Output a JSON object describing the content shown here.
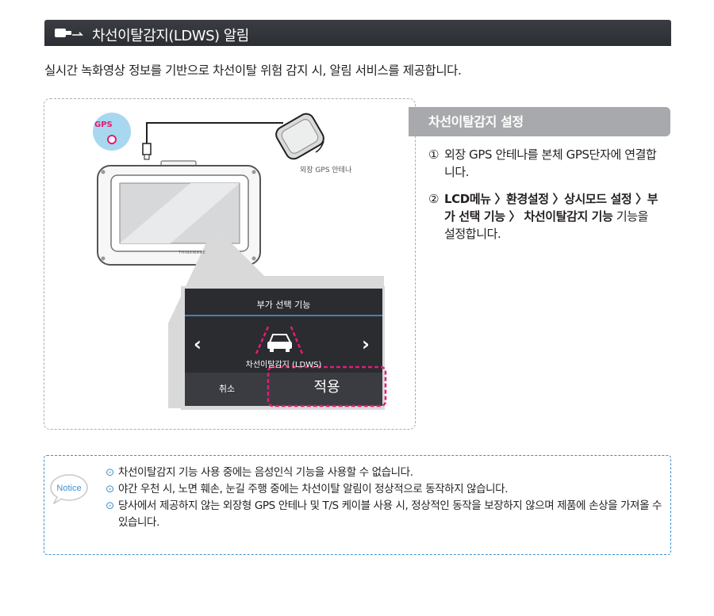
{
  "header": {
    "title": "차선이탈감지(LDWS) 알림"
  },
  "intro": "실시간 녹화영상 정보를 기반으로 차선이탈 위험 감지 시, 알림 서비스를 제공합니다.",
  "figure": {
    "gps_tag": "GPS",
    "antenna_label": "외장 GPS 안테나",
    "device_brand": "THINKWARE",
    "screen": {
      "title": "부가 선택 기능",
      "caption": "차선이탈감지 (LDWS)",
      "cancel_label": "취소",
      "apply_label": "적용",
      "left_arrow": "‹",
      "right_arrow": "›"
    }
  },
  "setting": {
    "title": "차선이탈감지 설정",
    "steps": [
      {
        "num": "①",
        "text": "외장 GPS 안테나를 본체 GPS단자에 연결합니다."
      },
      {
        "num": "②",
        "bold1": "LCD메뉴 〉환경설정 〉상시모드 설정 〉부가 선택 기능 〉",
        "bold2": "차선이탈감지 기능",
        "tail": " 기능을 설정합니다."
      }
    ]
  },
  "notice": {
    "badge": "Notice",
    "bullet": "⊙",
    "items": [
      "차선이탈감지 기능 사용 중에는 음성인식 기능을 사용할 수 없습니다.",
      "야간 우천 시, 노면 훼손, 눈길 주행 중에는 차선이탈 알림이 정상적으로 동작하지 않습니다.",
      "당사에서 제공하지 않는 외장형 GPS 안테나 및 T/S 케이블 사용 시, 정상적인 동작을 보장하지 않으며 제품에 손상을 가져올 수 있습니다."
    ]
  },
  "colors": {
    "header_bg": "#2f3237",
    "accent_pink": "#e21c74",
    "notice_blue": "#3d8fce",
    "setting_bg": "#a7a9ac"
  }
}
